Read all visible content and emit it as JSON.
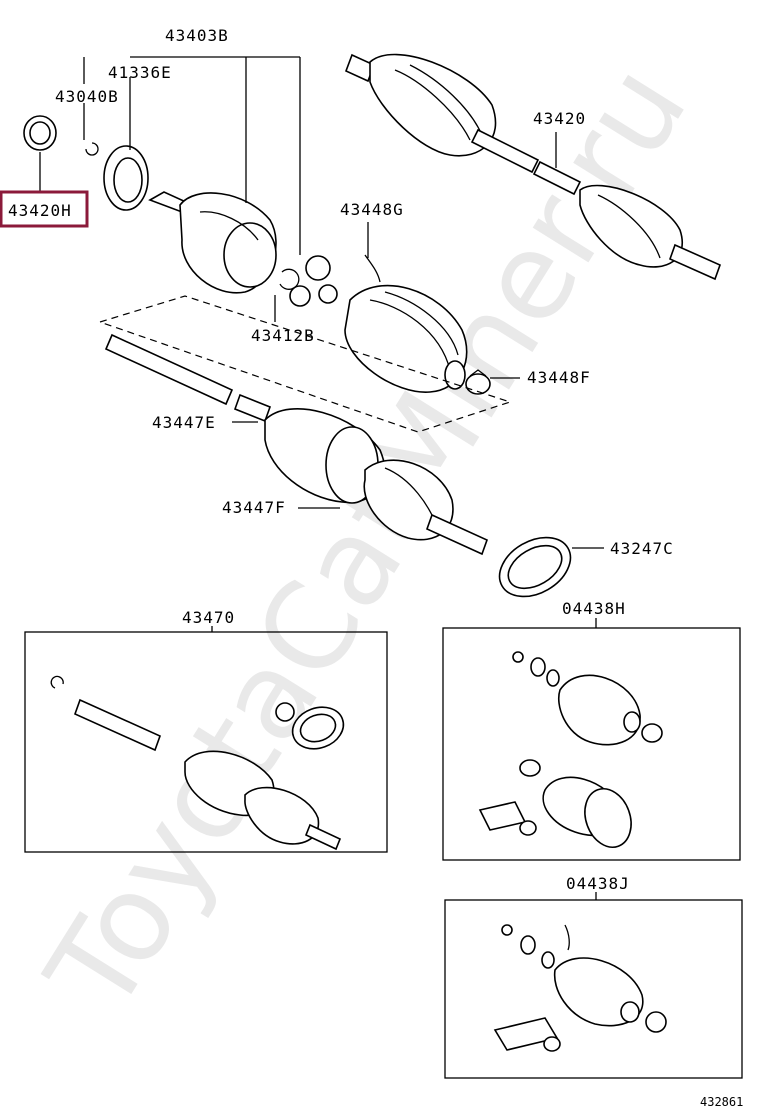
{
  "watermark": "ToyotaCatMiner.ru",
  "figure_id": "432861",
  "highlighted_part": "43420H",
  "labels": {
    "p43403B": "43403B",
    "p41336E": "41336E",
    "p43040B": "43040B",
    "p43420H": "43420H",
    "p43420": "43420",
    "p43448G": "43448G",
    "p43412B": "43412B",
    "p43448F": "43448F",
    "p43447E": "43447E",
    "p43447F": "43447F",
    "p43247C": "43247C",
    "p43470": "43470",
    "p04438H": "04438H",
    "p04438J": "04438J"
  },
  "colors": {
    "highlight": "#8b1a3a",
    "watermark": "#e9e9e9"
  }
}
